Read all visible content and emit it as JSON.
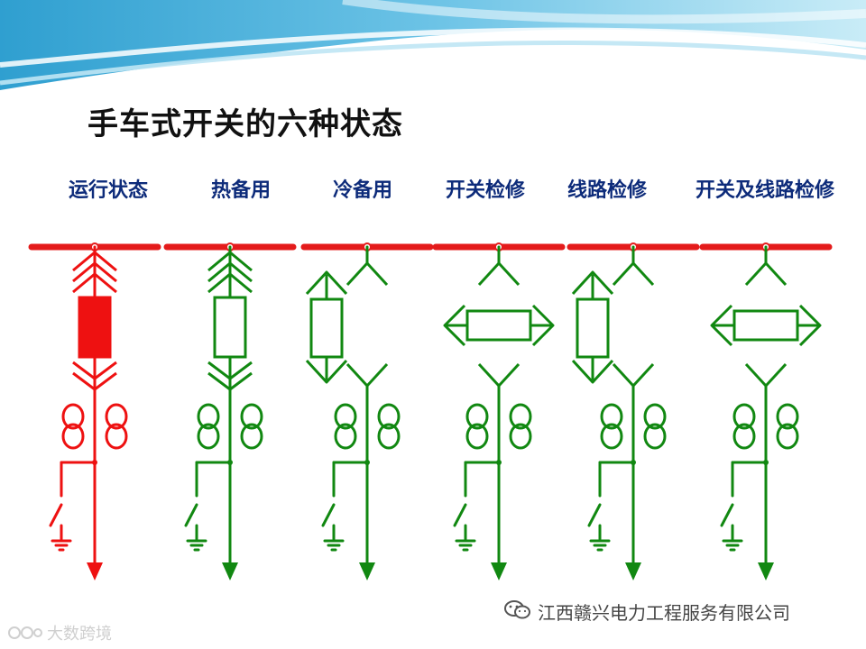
{
  "title": "手车式开关的六种状态",
  "states": [
    {
      "label": "运行状态",
      "color": "#ee1111",
      "upper_connected": true,
      "lower_connected": true,
      "breaker_filled": true
    },
    {
      "label": "热备用",
      "color": "#118811",
      "upper_connected": true,
      "lower_connected": true,
      "breaker_filled": false
    },
    {
      "label": "冷备用",
      "color": "#118811",
      "upper_connected": false,
      "lower_connected": false,
      "breaker_filled": false
    },
    {
      "label": "开关检修",
      "color": "#118811",
      "upper_connected": false,
      "lower_connected": false,
      "breaker_filled": false,
      "breaker_rotated": true
    },
    {
      "label": "线路检修",
      "color": "#118811",
      "upper_connected": false,
      "lower_connected": false,
      "breaker_filled": false
    },
    {
      "label": "开关及线路检修",
      "color": "#118811",
      "upper_connected": false,
      "lower_connected": false,
      "breaker_filled": false,
      "breaker_rotated": true
    }
  ],
  "bus_color": "#e41b1b",
  "source": "江西赣兴电力工程服务有限公司",
  "watermark": "大数跨境"
}
